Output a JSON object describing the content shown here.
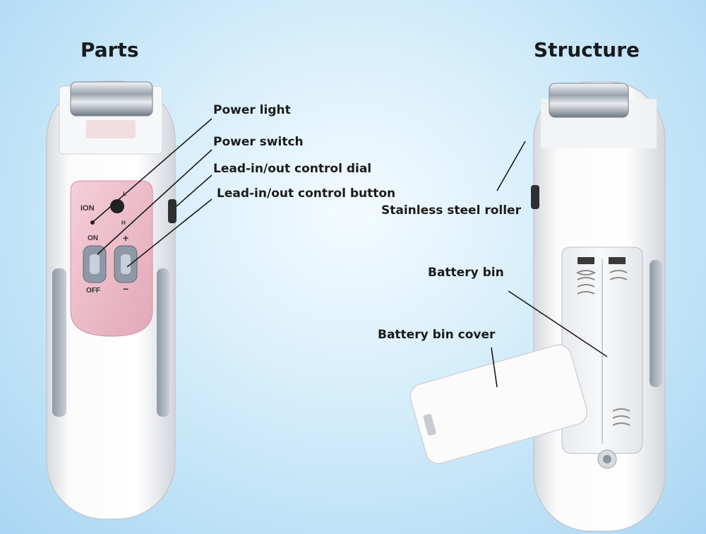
{
  "headings": {
    "parts": "Parts",
    "structure": "Structure"
  },
  "labels": {
    "power_light": "Power light",
    "power_switch": "Power switch",
    "control_dial": "Lead-in/out control dial",
    "control_button": "Lead-in/out control button",
    "steel_roller": "Stainless steel roller",
    "battery_bin": "Battery bin",
    "battery_bin_cover": "Battery bin cover"
  },
  "device_marks": {
    "ion": "ION",
    "on": "ON",
    "off": "OFF",
    "plus": "+",
    "minus": "−",
    "dial_l": "L",
    "dial_h": "H"
  },
  "colors": {
    "accent_panel": "#eab7c6",
    "leader_line": "#1a1a1a"
  }
}
